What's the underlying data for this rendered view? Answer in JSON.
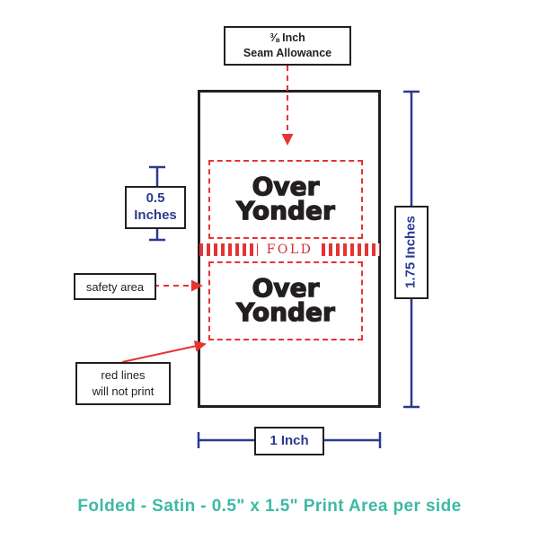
{
  "diagram": {
    "seam_callout": {
      "line1": "⅜ Inch",
      "line2": "Seam Allowance"
    },
    "safety_callout": "safety area",
    "redlines_callout": {
      "line1": "red lines",
      "line2": "will not print"
    },
    "fold_label": "FOLD",
    "logo": {
      "line1": "Over",
      "line2": "Yonder"
    },
    "measurements": {
      "fold_height_value": "0.5",
      "fold_height_unit": "Inches",
      "total_height": "1.75 Inches",
      "width": "1 Inch"
    },
    "caption": "Folded - Satin - 0.5\" x 1.5\" Print Area per side"
  },
  "colors": {
    "measure_blue": "#2b3990",
    "guide_red": "#e63333",
    "caption_teal": "#3db9a4",
    "label_black": "#231f20"
  }
}
